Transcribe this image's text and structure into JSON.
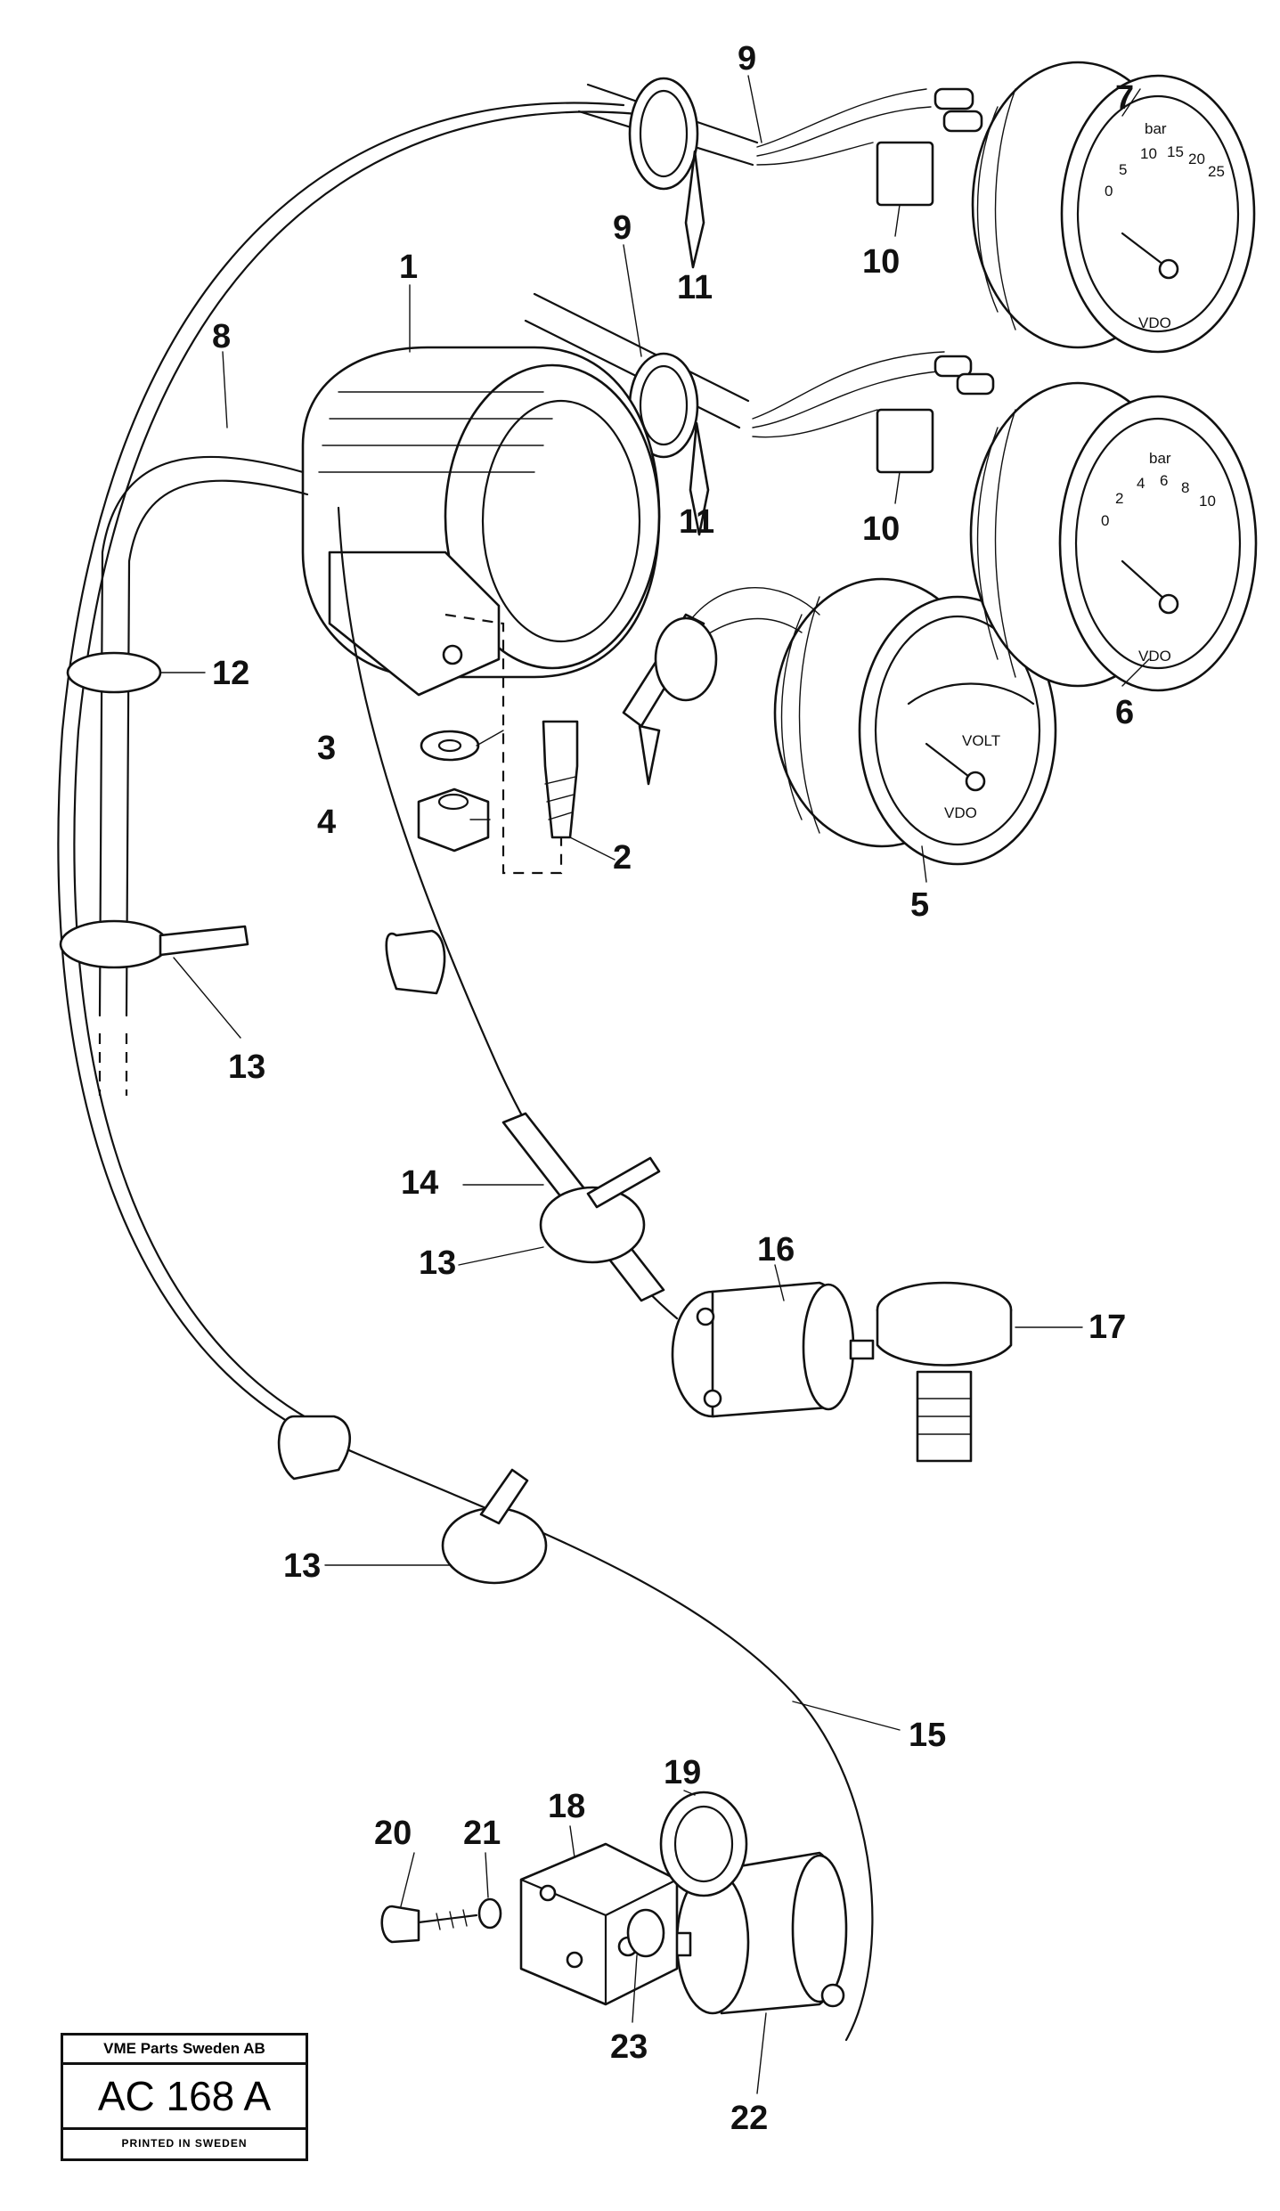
{
  "callouts": {
    "c1": "1",
    "c2": "2",
    "c3": "3",
    "c4": "4",
    "c5": "5",
    "c6": "6",
    "c7": "7",
    "c8": "8",
    "c9a": "9",
    "c9b": "9",
    "c10a": "10",
    "c10b": "10",
    "c11a": "11",
    "c11b": "11",
    "c12": "12",
    "c13a": "13",
    "c13b": "13",
    "c13c": "13",
    "c14": "14",
    "c15": "15",
    "c16": "16",
    "c17": "17",
    "c18": "18",
    "c19": "19",
    "c20": "20",
    "c21": "21",
    "c22": "22",
    "c23": "23"
  },
  "gauges": {
    "pressure_top": {
      "unit": "bar",
      "scale": [
        "0",
        "5",
        "10",
        "15",
        "20",
        "25"
      ],
      "brand": "VDO"
    },
    "pressure_mid": {
      "unit": "bar",
      "scale": [
        "0",
        "2",
        "4",
        "6",
        "8",
        "10"
      ],
      "brand": "VDO"
    },
    "voltmeter": {
      "unit": "VOLT",
      "brand": "VDO"
    }
  },
  "stamp": {
    "company": "VME Parts Sweden AB",
    "code": "AC 168 A",
    "printed": "PRINTED IN SWEDEN"
  }
}
